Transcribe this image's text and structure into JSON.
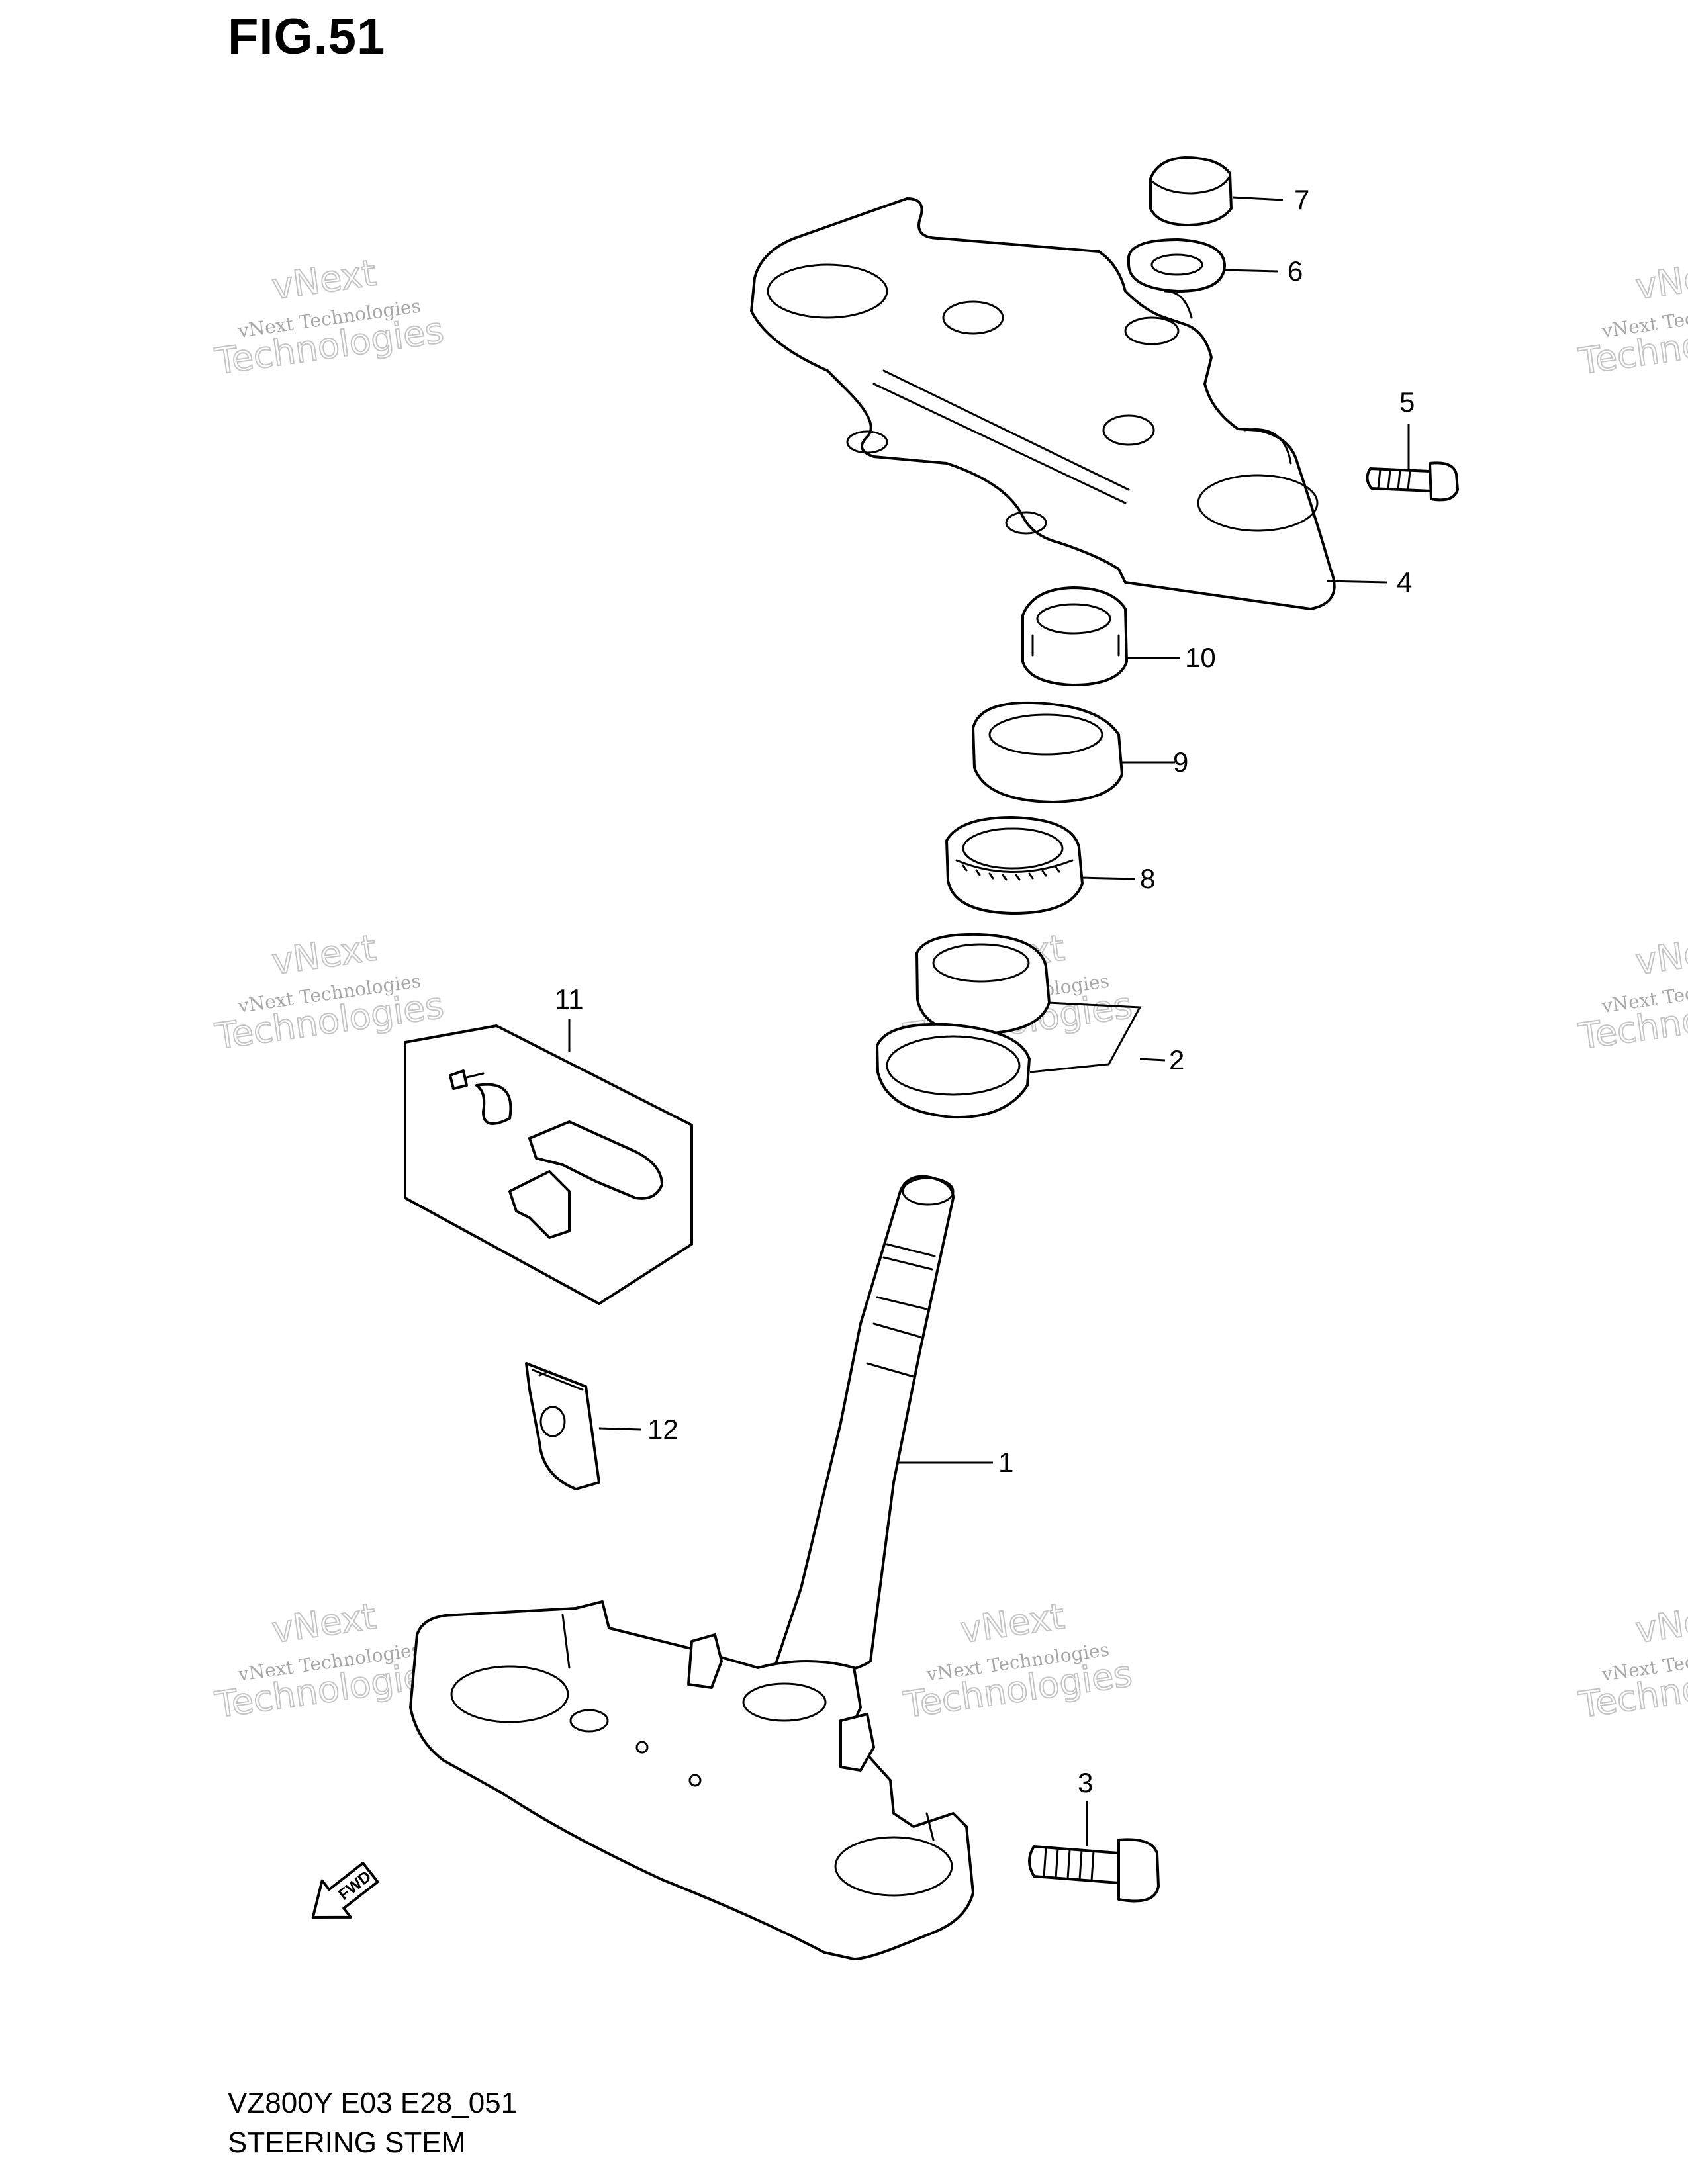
{
  "figure_title": "FIG.51",
  "footer": {
    "code": "VZ800Y E03 E28_051",
    "caption": "STEERING STEM"
  },
  "fwd_label": "FWD",
  "watermark": {
    "line1": "vNext Technologies",
    "line2_a": "vNext",
    "line2_b": "Technologies"
  },
  "callouts": [
    {
      "id": "1",
      "label": "1"
    },
    {
      "id": "2",
      "label": "2"
    },
    {
      "id": "3",
      "label": "3"
    },
    {
      "id": "4",
      "label": "4"
    },
    {
      "id": "5",
      "label": "5"
    },
    {
      "id": "6",
      "label": "6"
    },
    {
      "id": "7",
      "label": "7"
    },
    {
      "id": "8",
      "label": "8"
    },
    {
      "id": "9",
      "label": "9"
    },
    {
      "id": "10",
      "label": "10"
    },
    {
      "id": "11",
      "label": "11"
    },
    {
      "id": "12",
      "label": "12"
    }
  ]
}
